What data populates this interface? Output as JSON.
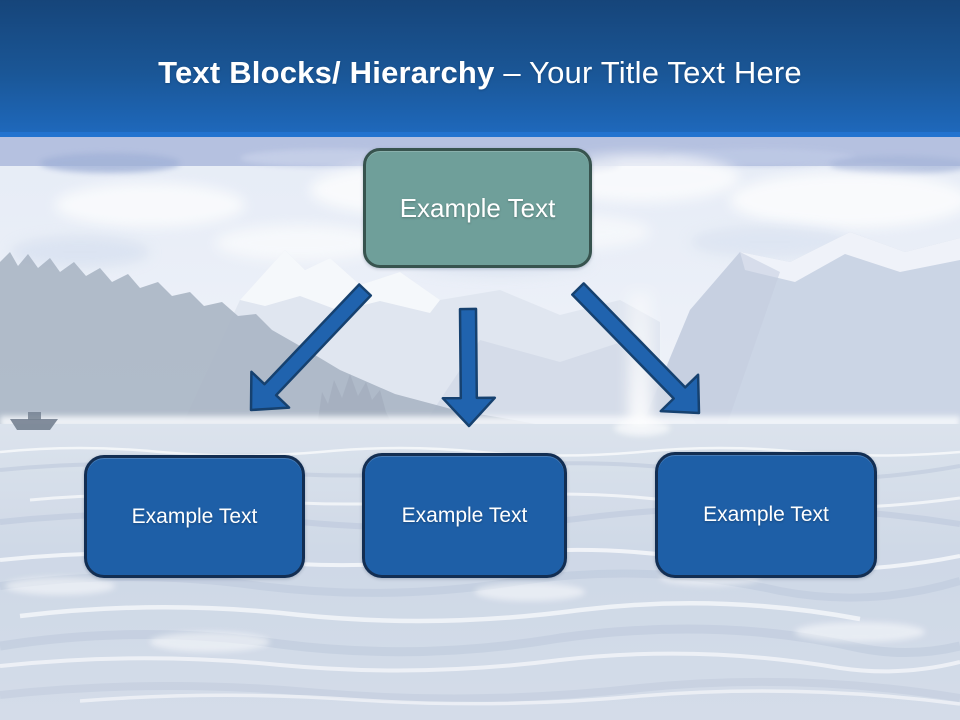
{
  "slide": {
    "header": {
      "title_bold": "Text Blocks/ Hierarchy",
      "title_regular": "– Your Title Text Here"
    },
    "diagram": {
      "root_label": "Example Text",
      "children": [
        {
          "label": "Example Text"
        },
        {
          "label": "Example Text"
        },
        {
          "label": "Example Text"
        }
      ]
    },
    "background": {
      "scene": "washed-out photo of a mountain bay with forested hills, snowy peaks, waves, a small boat and a whale spout"
    },
    "colors": {
      "header_top": "#16457a",
      "header_mid": "#1a5696",
      "header_bottom": "#1e68bb",
      "header_edge": "#2273cf",
      "title_text": "#ffffff",
      "root_box_fill": "#6f9f9a",
      "root_box_border": "#37534e",
      "child_box_fill": "#1e5fa7",
      "child_box_border": "#132e52",
      "arrow_fill": "#2063ae",
      "arrow_outline": "#16416f",
      "box_text": "#ffffff"
    }
  }
}
